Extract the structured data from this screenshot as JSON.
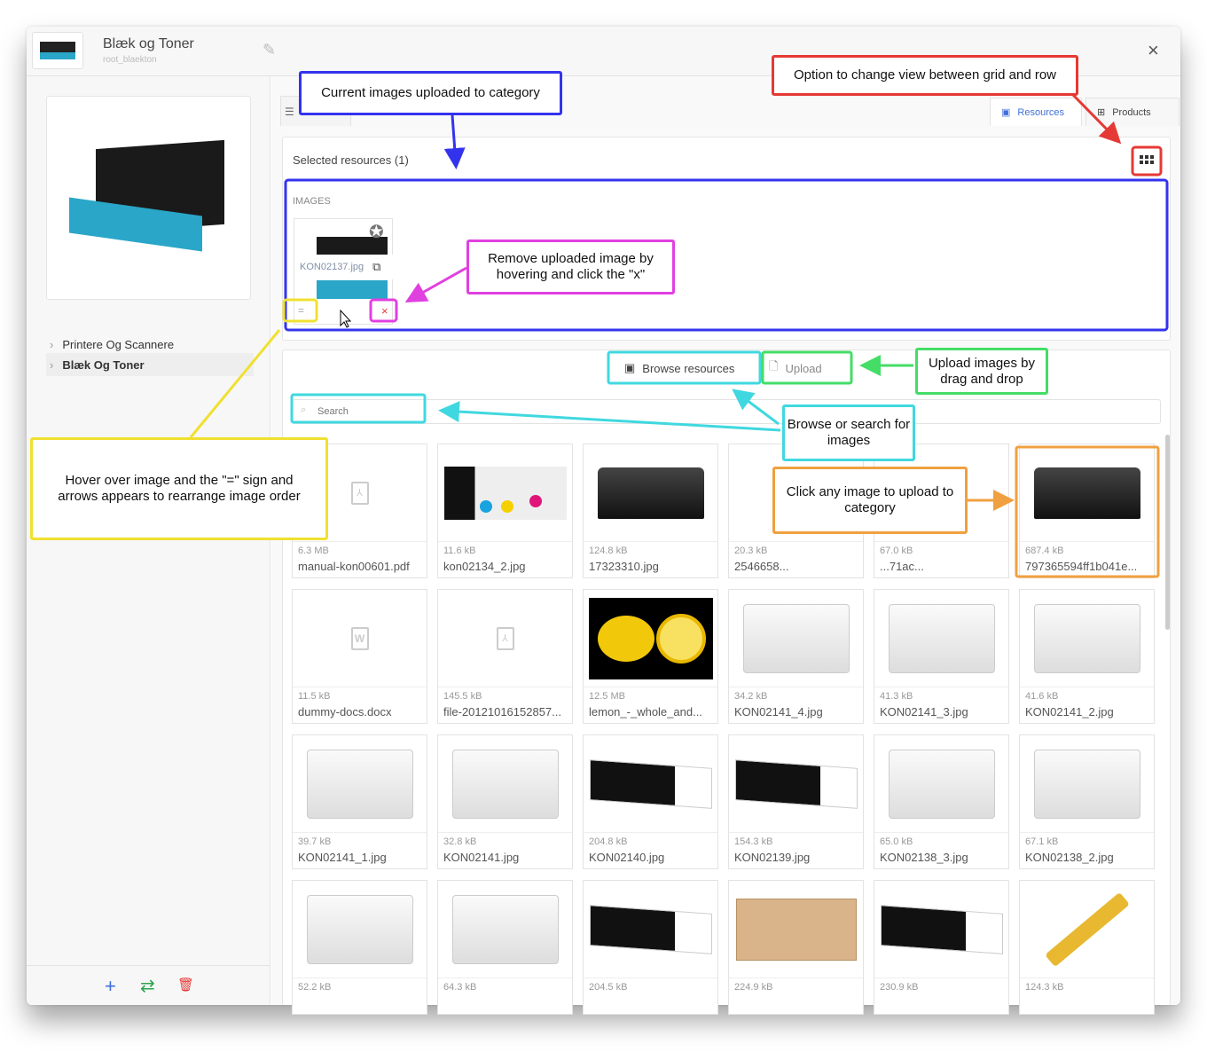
{
  "header": {
    "title": "Blæk og Toner",
    "subtitle": "root_blaekton",
    "close": "×",
    "edit_icon": "pencil-icon"
  },
  "sidebar": {
    "tree": [
      {
        "label": "Printere Og Scannere",
        "chevron": "›"
      },
      {
        "label": "Blæk Og Toner",
        "chevron": "›"
      }
    ],
    "actions": {
      "add": "+",
      "move": "⇄",
      "delete": "🗑"
    }
  },
  "tabs": [
    {
      "label": "Resources"
    },
    {
      "label": "Products"
    }
  ],
  "selected": {
    "title": "Selected resources (1)",
    "section": "IMAGES",
    "image": {
      "filename": "KON02137.jpg",
      "drag_handle": "=",
      "remove": "×"
    }
  },
  "browse": {
    "browse_label": "Browse resources",
    "upload_label": "Upload",
    "search_placeholder": "Search"
  },
  "items": [
    {
      "size": "6.3 MB",
      "name": "manual-kon00601.pdf",
      "kind": "pdf"
    },
    {
      "size": "11.6 kB",
      "name": "kon02134_2.jpg",
      "kind": "ink"
    },
    {
      "size": "124.8 kB",
      "name": "17323310.jpg",
      "kind": "dark"
    },
    {
      "size": "20.3 kB",
      "name": "2546658...",
      "kind": "blank"
    },
    {
      "size": "67.0 kB",
      "name": "...71ac...",
      "kind": "blank"
    },
    {
      "size": "687.4 kB",
      "name": "797365594ff1b041e...",
      "kind": "dark"
    },
    {
      "size": "11.5 kB",
      "name": "dummy-docs.docx",
      "kind": "word"
    },
    {
      "size": "145.5 kB",
      "name": "file-20121016152857...",
      "kind": "pdf"
    },
    {
      "size": "12.5 MB",
      "name": "lemon_-_whole_and...",
      "kind": "lemon"
    },
    {
      "size": "34.2 kB",
      "name": "KON02141_4.jpg",
      "kind": "white"
    },
    {
      "size": "41.3 kB",
      "name": "KON02141_3.jpg",
      "kind": "white"
    },
    {
      "size": "41.6 kB",
      "name": "KON02141_2.jpg",
      "kind": "white"
    },
    {
      "size": "39.7 kB",
      "name": "KON02141_1.jpg",
      "kind": "white"
    },
    {
      "size": "32.8 kB",
      "name": "KON02141.jpg",
      "kind": "white"
    },
    {
      "size": "204.8 kB",
      "name": "KON02140.jpg",
      "kind": "toner"
    },
    {
      "size": "154.3 kB",
      "name": "KON02139.jpg",
      "kind": "toner"
    },
    {
      "size": "65.0 kB",
      "name": "KON02138_3.jpg",
      "kind": "white"
    },
    {
      "size": "67.1 kB",
      "name": "KON02138_2.jpg",
      "kind": "white"
    },
    {
      "size": "52.2 kB",
      "name": "",
      "kind": "white"
    },
    {
      "size": "64.3 kB",
      "name": "",
      "kind": "white"
    },
    {
      "size": "204.5 kB",
      "name": "",
      "kind": "toner"
    },
    {
      "size": "224.9 kB",
      "name": "",
      "kind": "box"
    },
    {
      "size": "230.9 kB",
      "name": "",
      "kind": "toner"
    },
    {
      "size": "124.3 kB",
      "name": "",
      "kind": "yellow"
    }
  ],
  "annotations": {
    "current": "Current images uploaded to category",
    "view": "Option to change view between grid and row",
    "remove": "Remove uploaded image by hovering and click the \"x\"",
    "upload": "Upload images by drag and drop",
    "search": "Browse or search for images",
    "hover": "Hover over image and the \"=\" sign and arrows appears to rearrange image order",
    "click": "Click any image to upload to category"
  },
  "colors": {
    "blue": "#3333ee",
    "red": "#e53935",
    "magenta": "#e040e0",
    "yellow": "#f0e030",
    "green": "#44dd66",
    "cyan": "#40d8e0",
    "orange": "#f0a040",
    "accent": "#3f6fd8"
  }
}
